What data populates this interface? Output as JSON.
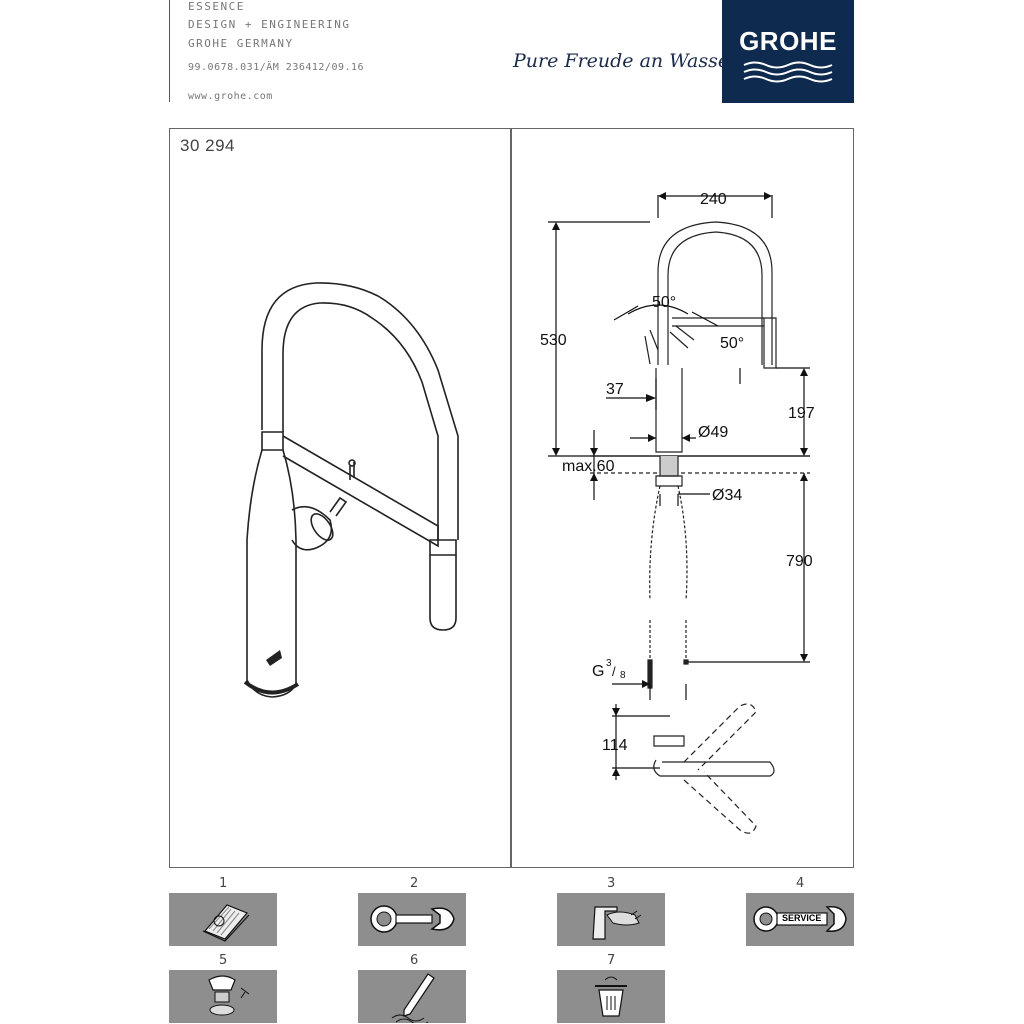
{
  "header": {
    "lines": [
      "ESSENCE",
      "DESIGN + ENGINEERING",
      "GROHE GERMANY",
      "99.0678.031/ÄM 236412/09.16",
      "www.grohe.com"
    ],
    "slogan": "Pure Freude an Wasser",
    "logo_text": "GROHE",
    "logo_color": "#0e2a4f"
  },
  "product": {
    "model_number": "30 294"
  },
  "dimensions": {
    "width_top": "240",
    "height_total": "530",
    "angle_left": "50°",
    "angle_right": "50°",
    "offset_37": "37",
    "spout_height": "197",
    "diameter_body": "Ø49",
    "max_deck": "max.60",
    "diameter_hole": "Ø34",
    "hose_length": "790",
    "thread_g": "G",
    "thread_frac_num": "3",
    "thread_frac_den": "8",
    "lever_height": "114"
  },
  "steps": [
    {
      "number": "1",
      "icon": "manual-booklet-icon"
    },
    {
      "number": "2",
      "icon": "wrench-icon"
    },
    {
      "number": "3",
      "icon": "hand-cleaning-icon"
    },
    {
      "number": "4",
      "icon": "service-wrench-icon",
      "label": "SERVICE"
    },
    {
      "number": "5",
      "icon": "cartridge-icon"
    },
    {
      "number": "6",
      "icon": "pen-signature-icon"
    },
    {
      "number": "7",
      "icon": "recycle-bin-icon"
    }
  ]
}
